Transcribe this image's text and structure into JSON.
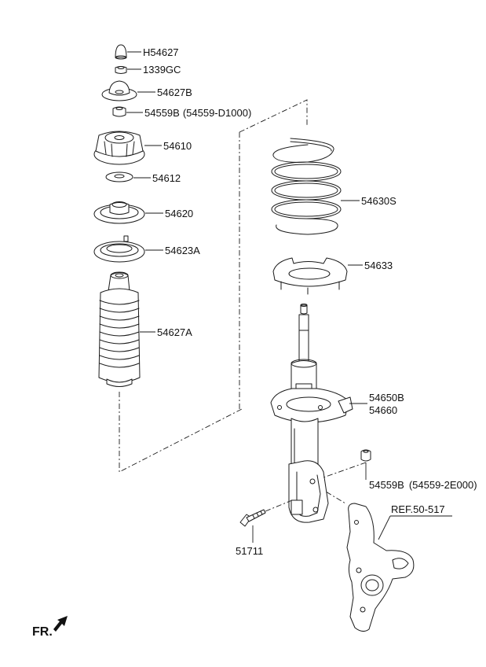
{
  "labels": {
    "h54627": "H54627",
    "c1339gc": "1339GC",
    "p54627b": "54627B",
    "p54559b_top": "54559B",
    "p54559b_top_alt": "(54559-D1000)",
    "p54610": "54610",
    "p54612": "54612",
    "p54620": "54620",
    "p54623a": "54623A",
    "p54627a": "54627A",
    "p54630s": "54630S",
    "p54633": "54633",
    "p54650b": "54650B",
    "p54660": "54660",
    "p54559b_bottom": "54559B",
    "p54559b_bottom_alt": "(54559-2E000)",
    "p51711": "51711",
    "ref": "REF.50-517",
    "front": "FR."
  },
  "colors": {
    "line": "#1a1a1a",
    "text": "#111111",
    "background": "#ffffff"
  },
  "icons": {
    "front_arrow": "front-direction-arrow-icon"
  }
}
